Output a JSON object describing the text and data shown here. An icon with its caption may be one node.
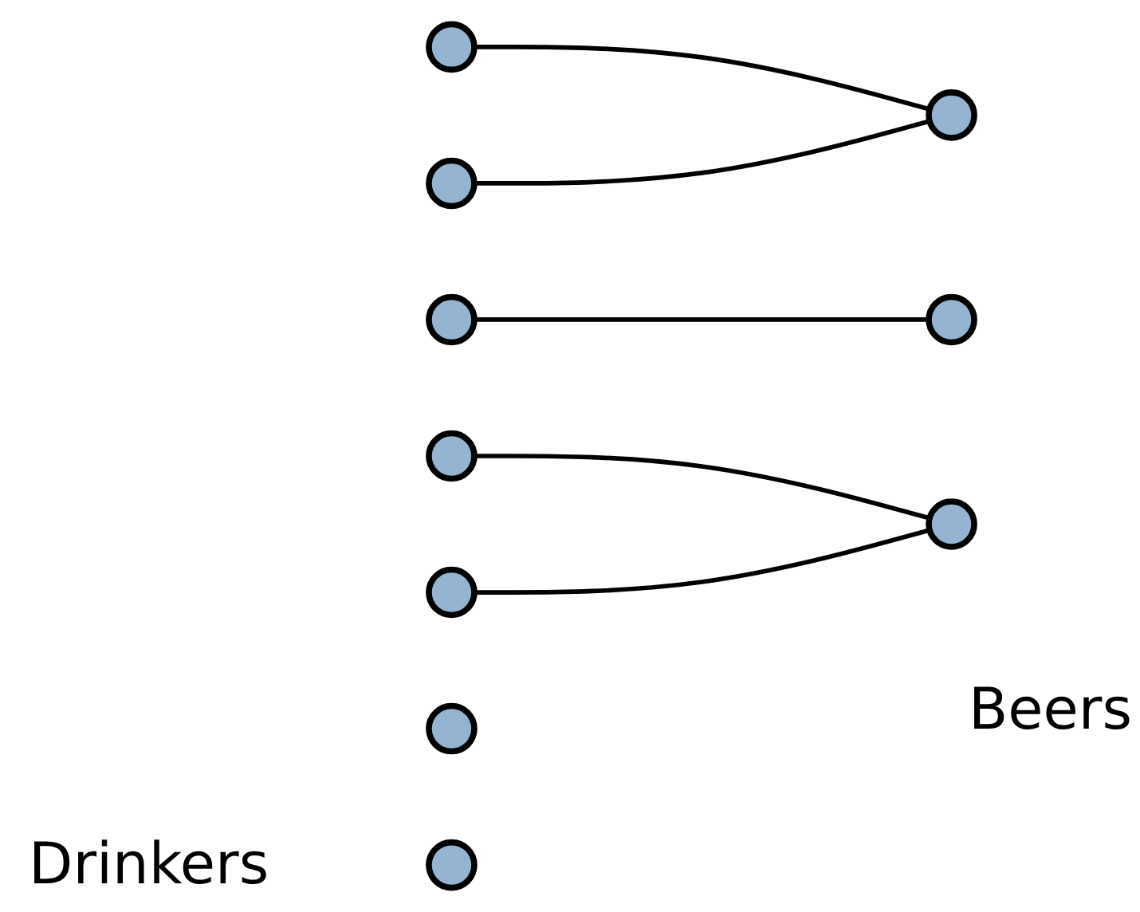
{
  "diagram": {
    "nodes": [
      {
        "text": [],
        "shape": "circle"
      },
      {
        "text": [],
        "shape": "circle"
      },
      {
        "text": [],
        "shape": "circle"
      },
      {
        "text": [],
        "shape": "circle"
      },
      {
        "text": [],
        "shape": "circle"
      },
      {
        "text": [],
        "shape": "circle"
      },
      {
        "text": [],
        "shape": "circle"
      },
      {
        "text": [],
        "shape": "circle"
      },
      {
        "text": [],
        "shape": "circle"
      },
      {
        "text": [],
        "shape": "circle"
      }
    ],
    "edges": [
      {
        "from": 0,
        "to": 6,
        "arrow": "none"
      },
      {
        "from": 1,
        "to": 6,
        "arrow": "none"
      },
      {
        "from": 2,
        "to": 7,
        "arrow": "none"
      },
      {
        "from": 3,
        "to": 9,
        "arrow": "none"
      },
      {
        "from": 4,
        "to": 9,
        "arrow": "none"
      }
    ],
    "labels": [
      "Beers",
      "Drinkers"
    ]
  }
}
